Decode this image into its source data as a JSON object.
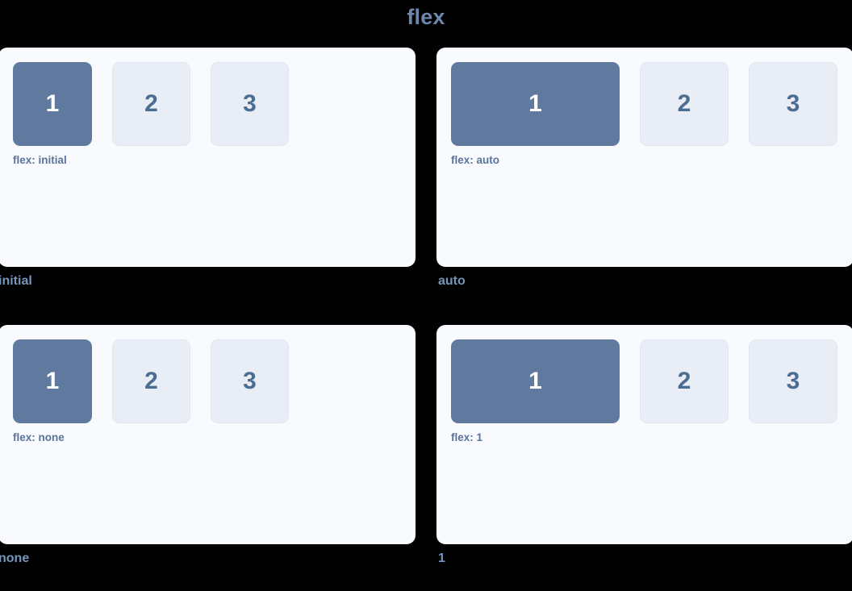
{
  "title": "flex",
  "colors": {
    "background": "#000000",
    "panel": "#f9fafd",
    "filled_box": "#5f7a9e",
    "plain_box": "#e8edf6",
    "title_text": "#6d87ad",
    "caption_text": "#5a739a",
    "label_text": "#7794bb",
    "filled_box_text": "#ffffff",
    "plain_box_text": "#4d6c92"
  },
  "demos": [
    {
      "label": "initial",
      "caption": "flex: initial",
      "mode": "initial",
      "boxes": [
        "1",
        "2",
        "3"
      ]
    },
    {
      "label": "auto",
      "caption": "flex: auto",
      "mode": "auto",
      "boxes": [
        "1",
        "2",
        "3"
      ]
    },
    {
      "label": "none",
      "caption": "flex: none",
      "mode": "none",
      "boxes": [
        "1",
        "2",
        "3"
      ]
    },
    {
      "label": "1",
      "caption": "flex: 1",
      "mode": "1",
      "boxes": [
        "1",
        "2",
        "3"
      ]
    }
  ]
}
